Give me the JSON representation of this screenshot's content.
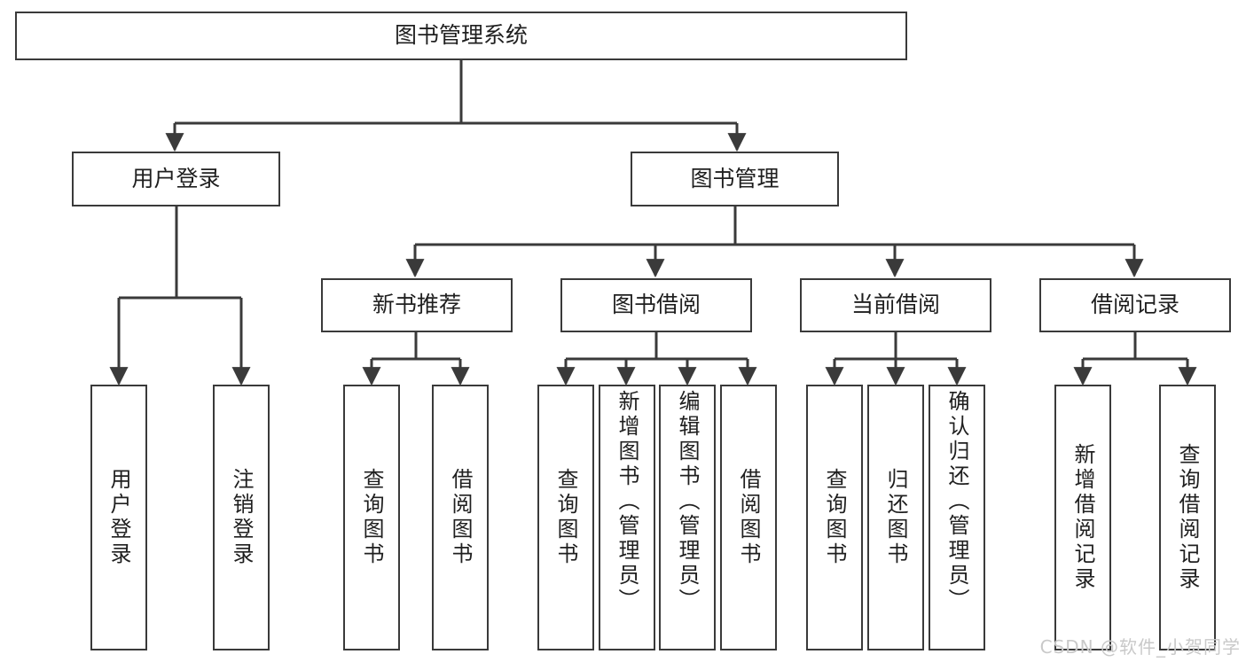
{
  "diagram": {
    "title": "图书管理系统",
    "type": "tree",
    "colors": {
      "box_border": "#3a3a3a",
      "box_fill": "#ffffff",
      "edge": "#3a3a3a",
      "text": "#1f1f1f",
      "watermark": "#c9c9c9",
      "background": "#ffffff"
    },
    "nodes": {
      "root": {
        "label": "图书管理系统"
      },
      "level2": [
        {
          "id": "user-login",
          "label": "用户登录"
        },
        {
          "id": "book-manage",
          "label": "图书管理"
        }
      ],
      "level3": [
        {
          "id": "new-book-recommend",
          "label": "新书推荐"
        },
        {
          "id": "book-borrow",
          "label": "图书借阅"
        },
        {
          "id": "current-borrow",
          "label": "当前借阅"
        },
        {
          "id": "borrow-record",
          "label": "借阅记录"
        }
      ],
      "leaves": [
        {
          "id": "leaf-user-login",
          "label": "用户登录"
        },
        {
          "id": "leaf-logout-login",
          "label": "注销登录"
        },
        {
          "id": "leaf-query-book-1",
          "label": "查询图书"
        },
        {
          "id": "leaf-borrow-book-1",
          "label": "借阅图书"
        },
        {
          "id": "leaf-query-book-2",
          "label": "查询图书"
        },
        {
          "id": "leaf-add-book",
          "label": "新增图书（管理员）"
        },
        {
          "id": "leaf-edit-book",
          "label": "编辑图书（管理员）"
        },
        {
          "id": "leaf-borrow-book-2",
          "label": "借阅图书"
        },
        {
          "id": "leaf-query-book-3",
          "label": "查询图书"
        },
        {
          "id": "leaf-return-book",
          "label": "归还图书"
        },
        {
          "id": "leaf-confirm-return",
          "label": "确认归还（管理员）"
        },
        {
          "id": "leaf-add-record",
          "label": "新增借阅记录"
        },
        {
          "id": "leaf-query-record",
          "label": "查询借阅记录"
        }
      ]
    },
    "watermark": "CSDN @软件_小贺同学"
  }
}
